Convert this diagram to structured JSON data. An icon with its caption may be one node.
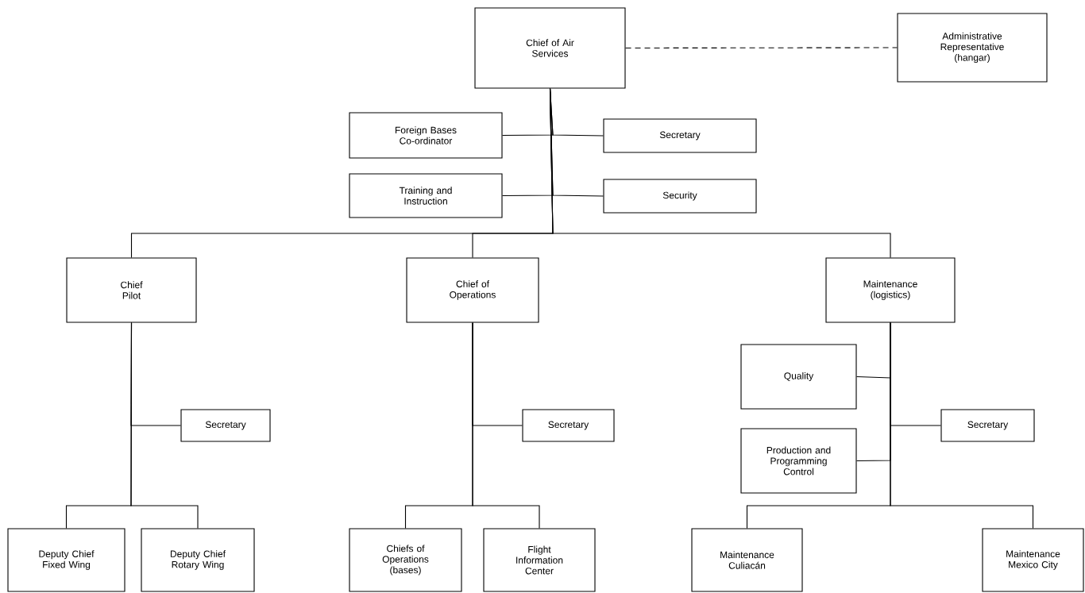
{
  "diagram": {
    "nodes": [
      {
        "text": [
          "Chief of Air Services"
        ]
      },
      {
        "text": [
          "Administrative Representative (hangar)"
        ]
      },
      {
        "text": [
          "Foreign Bases Co-ordinator"
        ]
      },
      {
        "text": [
          "Secretary"
        ]
      },
      {
        "text": [
          "Training and Instruction"
        ]
      },
      {
        "text": [
          "Security"
        ]
      },
      {
        "text": [
          "Chief Pilot"
        ]
      },
      {
        "text": [
          "Chief of Operations"
        ]
      },
      {
        "text": [
          "Maintenance (logistics)"
        ]
      },
      {
        "text": [
          "Secretary"
        ]
      },
      {
        "text": [
          "Secretary"
        ]
      },
      {
        "text": [
          "Quality"
        ]
      },
      {
        "text": [
          "Secretary"
        ]
      },
      {
        "text": [
          "Production and Programming Control"
        ]
      },
      {
        "text": [
          "Deputy Chief Fixed Wing"
        ]
      },
      {
        "text": [
          "Deputy Chief Rotary Wing"
        ]
      },
      {
        "text": [
          "Chiefs of Operations (bases)"
        ]
      },
      {
        "text": [
          "Flight Information Center"
        ]
      },
      {
        "text": [
          "Maintenance Culiacán"
        ]
      },
      {
        "text": [
          "Maintenance Mexico City"
        ]
      }
    ],
    "edges": [
      {
        "from": 0,
        "to": 1,
        "arrow": "none",
        "style": "dashed"
      },
      {
        "from": 0,
        "to": 2,
        "arrow": "none"
      },
      {
        "from": 0,
        "to": 3,
        "arrow": "none"
      },
      {
        "from": 0,
        "to": 4,
        "arrow": "none"
      },
      {
        "from": 0,
        "to": 5,
        "arrow": "none"
      },
      {
        "from": 0,
        "to": 6,
        "arrow": "none"
      },
      {
        "from": 0,
        "to": 7,
        "arrow": "none"
      },
      {
        "from": 0,
        "to": 8,
        "arrow": "none"
      },
      {
        "from": 6,
        "to": 9,
        "arrow": "none"
      },
      {
        "from": 6,
        "to": 14,
        "arrow": "none"
      },
      {
        "from": 6,
        "to": 15,
        "arrow": "none"
      },
      {
        "from": 7,
        "to": 10,
        "arrow": "none"
      },
      {
        "from": 7,
        "to": 16,
        "arrow": "none"
      },
      {
        "from": 7,
        "to": 17,
        "arrow": "none"
      },
      {
        "from": 8,
        "to": 11,
        "arrow": "none"
      },
      {
        "from": 8,
        "to": 12,
        "arrow": "none"
      },
      {
        "from": 8,
        "to": 13,
        "arrow": "none"
      },
      {
        "from": 8,
        "to": 18,
        "arrow": "none"
      },
      {
        "from": 8,
        "to": 19,
        "arrow": "none"
      }
    ]
  }
}
